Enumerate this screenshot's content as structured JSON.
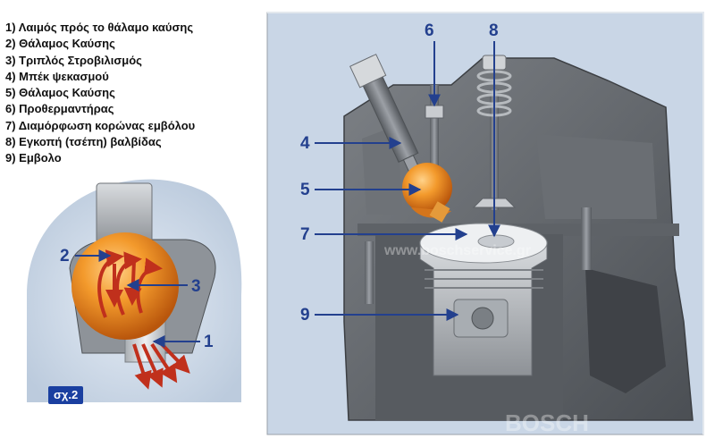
{
  "legend": [
    "1) Λαιμός πρός το θάλαμο καύσης",
    "2) Θάλαμος Καύσης",
    "3) Τριπλός Στροβιλισμός",
    "4) Μπέκ ψεκασμού",
    "5) Θάλαμος Καύσης",
    "6) Προθερμαντήρας",
    "7) Διαμόρφωση κορώνας εμβόλου",
    "8) Εγκοπή (τσέπη) βαλβίδας",
    "9) Εμβολο"
  ],
  "inset": {
    "figure_tag": "σχ.2",
    "callouts": [
      "2",
      "3",
      "1"
    ]
  },
  "engine": {
    "callouts": [
      "6",
      "8",
      "4",
      "5",
      "7",
      "9"
    ],
    "watermark_brand": "BOSCH",
    "watermark_url": "www.boschservice.gr"
  },
  "colors": {
    "callout": "#23408e",
    "panel_bg": "#c9d6e6",
    "chamber": "#f08a1e",
    "metal": "#6f7378",
    "frame": "#9aa0a8"
  }
}
